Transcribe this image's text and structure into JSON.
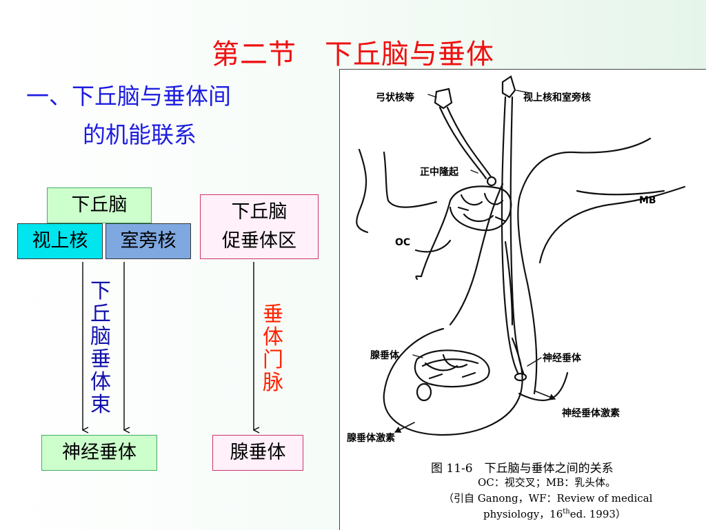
{
  "title": "第二节　下丘脑与垂体",
  "subtitle": {
    "line1": "一、下丘脑与垂体间",
    "line2": "的机能联系"
  },
  "left_path": {
    "top_box": "下丘脑",
    "nucleus_a": "视上核",
    "nucleus_b": "室旁核",
    "tract": [
      "下",
      "丘",
      "脑",
      "垂",
      "体",
      "束"
    ],
    "bottom_box": "神经垂体"
  },
  "right_path": {
    "top_box_line1": "下丘脑",
    "top_box_line2": "促垂体区",
    "vessel": [
      "垂",
      "体",
      "门",
      "脉"
    ],
    "bottom_box": "腺垂体"
  },
  "figure": {
    "labels": {
      "arcuate": "弓状核等",
      "supraoptic": "视上核和室旁核",
      "median_eminence": "正中隆起",
      "mb": "MB",
      "oc": "OC",
      "adeno": "腺垂体",
      "neuro": "神经垂体",
      "neuro_hormone": "神经垂体激素",
      "adeno_hormone": "腺垂体激素"
    },
    "caption_line1": "图 11-6　下丘脑与垂体之间的关系",
    "caption_line2": "OC：视交叉；MB：乳头体。",
    "caption_line3": "（引自 Ganong，WF：Review of medical",
    "caption_line4_a": "physiology，16",
    "caption_line4_sup": "th",
    "caption_line4_b": "ed. 1993）"
  },
  "colors": {
    "title": "#ee1111",
    "subtitle": "#1d1de0",
    "top_box_bg": "#ccffcc",
    "nucleus_a_bg": "#00e5ee",
    "nucleus_b_bg": "#7fa8e0",
    "pink_border": "#cc3366",
    "tract_text": "#1111aa",
    "vessel_text": "#ff2200"
  }
}
